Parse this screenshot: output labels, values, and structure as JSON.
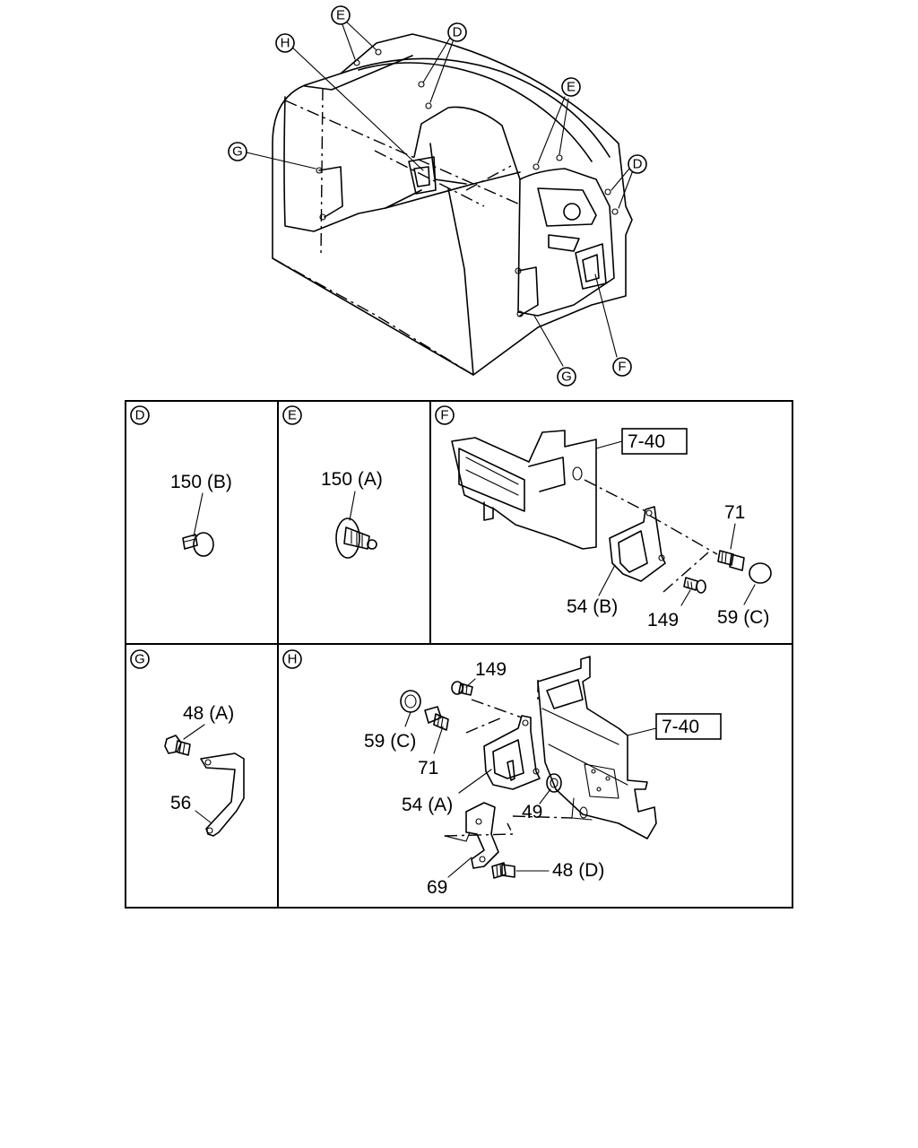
{
  "overview": {
    "callouts": [
      {
        "letter": "E"
      },
      {
        "letter": "H"
      },
      {
        "letter": "D"
      },
      {
        "letter": "G"
      },
      {
        "letter": "E"
      },
      {
        "letter": "D"
      },
      {
        "letter": "F"
      },
      {
        "letter": "G"
      }
    ]
  },
  "panels": {
    "D": {
      "letter": "D",
      "parts": [
        "150 (B)"
      ]
    },
    "E": {
      "letter": "E",
      "parts": [
        "150 (A)"
      ]
    },
    "F": {
      "letter": "F",
      "ref": "7-40",
      "parts": [
        "71",
        "54 (B)",
        "149",
        "59 (C)"
      ]
    },
    "G": {
      "letter": "G",
      "parts": [
        "48 (A)",
        "56"
      ]
    },
    "H": {
      "letter": "H",
      "ref": "7-40",
      "parts": [
        "149",
        "59 (C)",
        "71",
        "54 (A)",
        "49",
        "48 (D)",
        "69"
      ]
    }
  }
}
